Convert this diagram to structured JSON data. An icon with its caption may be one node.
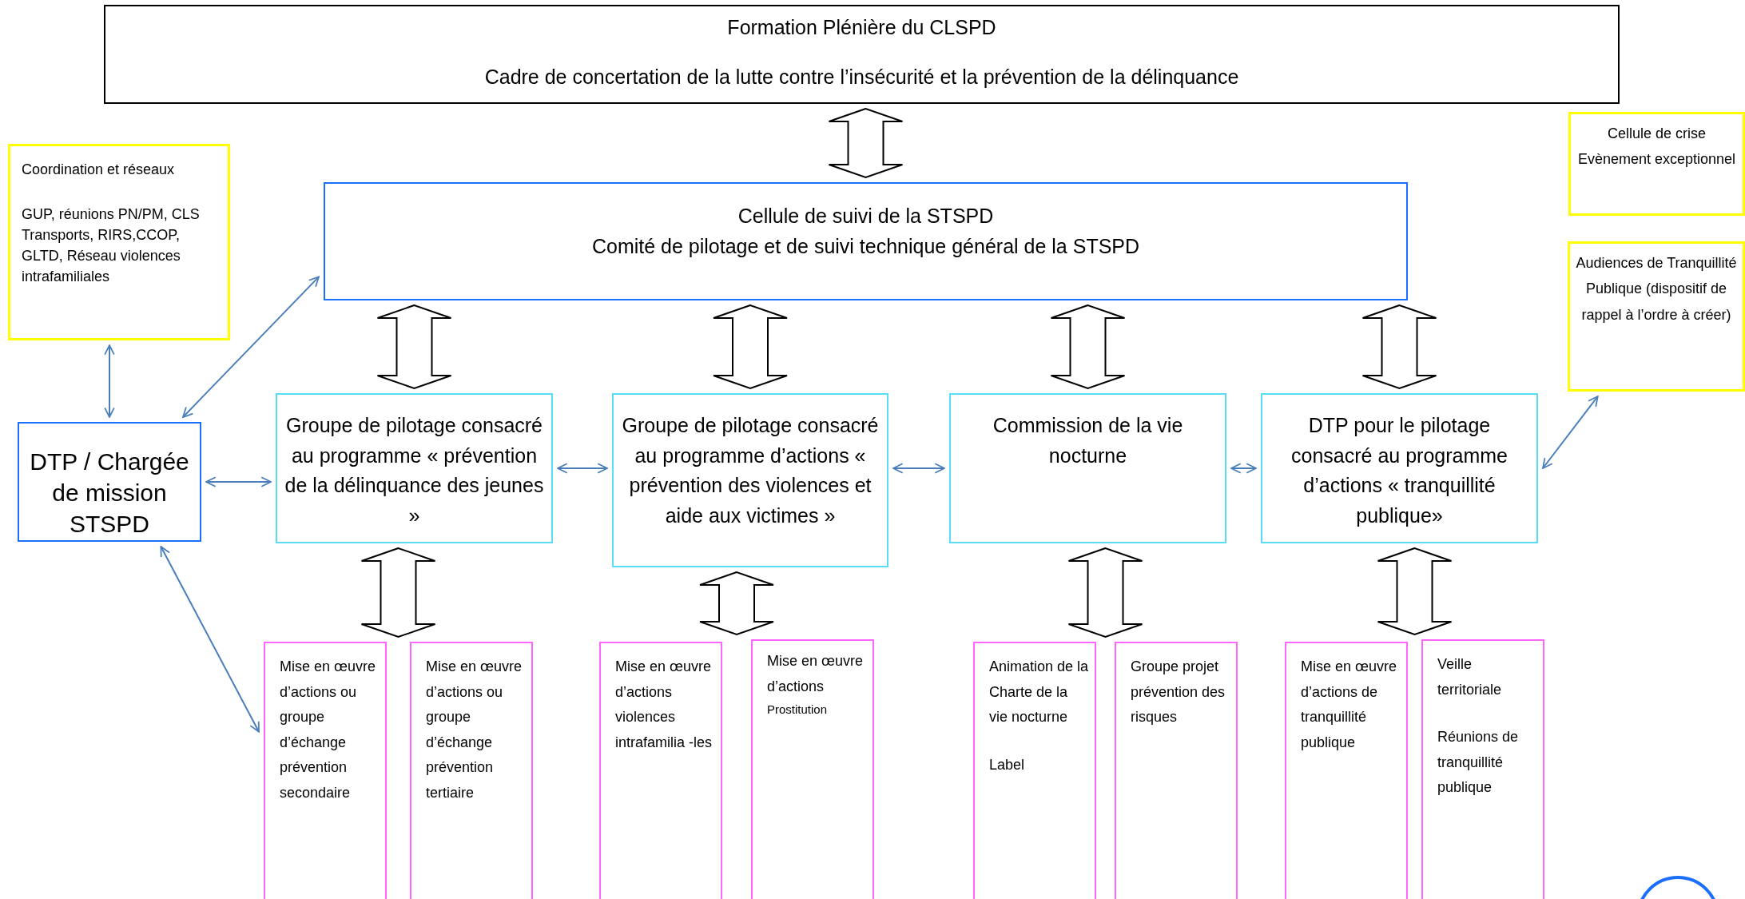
{
  "diagram": {
    "nodes": [
      {
        "text": [
          "Formation Plénière du CLSPD",
          "Cadre de concertation de la lutte contre l’insécurité et la prévention de la délinquance"
        ]
      },
      {
        "text": [
          "Coordination et réseaux",
          "GUP, réunions PN/PM, CLS Transports, RIRS,CCOP, GLTD, Réseau violences intrafamiliales"
        ]
      },
      {
        "text": [
          "Cellule de suivi de la STSPD",
          "Comité de pilotage et de suivi technique général de la STSPD"
        ]
      },
      {
        "text": [
          "Cellule de crise Evènement exceptionnel"
        ]
      },
      {
        "text": [
          "Audiences de Tranquillité Publique (dispositif de rappel à l’ordre à créer)"
        ]
      },
      {
        "text": [
          "DTP / Chargée de mission STSPD"
        ]
      },
      {
        "text": [
          "Groupe de pilotage consacré au programme « prévention de la délinquance des jeunes »"
        ]
      },
      {
        "text": [
          "Groupe de pilotage consacré au programme d’actions « prévention des violences et aide aux victimes »"
        ]
      },
      {
        "text": [
          "Commission de la vie nocturne"
        ]
      },
      {
        "text": [
          "DTP pour le pilotage consacré au programme d’actions « tranquillité publique»"
        ]
      },
      {
        "text": [
          "Mise en œuvre d’actions ou groupe d’échange prévention secondaire"
        ]
      },
      {
        "text": [
          "Mise en œuvre d’actions ou groupe d’échange prévention tertiaire"
        ]
      },
      {
        "text": [
          "Mise en œuvre d’actions violences intrafamilia -les"
        ]
      },
      {
        "text": [
          "Mise en œuvre d’actions",
          "Prostitution"
        ]
      },
      {
        "text": [
          "Animation de la Charte de la vie nocturne",
          "Label"
        ]
      },
      {
        "text": [
          "Groupe projet prévention des risques"
        ]
      },
      {
        "text": [
          "Mise en œuvre d’actions de tranquillité publique"
        ]
      },
      {
        "text": [
          "Veille territoriale",
          "Réunions de tranquillité publique"
        ]
      },
      {
        "text": [],
        "shape": "circle"
      }
    ],
    "edges": [
      {
        "from": 0,
        "to": 2,
        "arrow": "both",
        "style": "thick"
      },
      {
        "from": 1,
        "to": 5,
        "arrow": "both",
        "color": "#4a7ebb"
      },
      {
        "from": 5,
        "to": 2,
        "arrow": "both",
        "color": "#4a7ebb"
      },
      {
        "from": 2,
        "to": 6,
        "arrow": "both",
        "style": "thick"
      },
      {
        "from": 2,
        "to": 7,
        "arrow": "both",
        "style": "thick"
      },
      {
        "from": 2,
        "to": 8,
        "arrow": "both",
        "style": "thick"
      },
      {
        "from": 2,
        "to": 9,
        "arrow": "both",
        "style": "thick"
      },
      {
        "from": 5,
        "to": 6,
        "arrow": "both",
        "color": "#4a7ebb"
      },
      {
        "from": 6,
        "to": 7,
        "arrow": "both",
        "color": "#4a7ebb"
      },
      {
        "from": 7,
        "to": 8,
        "arrow": "both",
        "color": "#4a7ebb"
      },
      {
        "from": 8,
        "to": 9,
        "arrow": "both",
        "color": "#4a7ebb"
      },
      {
        "from": 9,
        "to": 4,
        "arrow": "both",
        "color": "#4a7ebb"
      },
      {
        "from": 5,
        "to": 10,
        "arrow": "both",
        "color": "#4a7ebb"
      },
      {
        "from": 6,
        "to": 10,
        "arrow": "both",
        "style": "thick"
      },
      {
        "from": 6,
        "to": 11,
        "arrow": "both",
        "style": "thick"
      },
      {
        "from": 7,
        "to": 12,
        "arrow": "both",
        "style": "thick"
      },
      {
        "from": 7,
        "to": 13,
        "arrow": "both",
        "style": "thick"
      },
      {
        "from": 8,
        "to": 14,
        "arrow": "both",
        "style": "thick"
      },
      {
        "from": 8,
        "to": 15,
        "arrow": "both",
        "style": "thick"
      },
      {
        "from": 9,
        "to": 16,
        "arrow": "both",
        "style": "thick"
      },
      {
        "from": 9,
        "to": 17,
        "arrow": "both",
        "style": "thick"
      }
    ]
  }
}
